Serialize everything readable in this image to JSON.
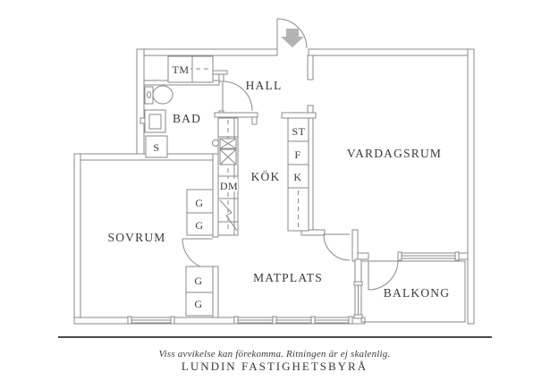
{
  "plan": {
    "rooms": {
      "hall": "HALL",
      "bad": "BAD",
      "kok": "KÖK",
      "vardagsrum": "VARDAGSRUM",
      "sovrum": "SOVRUM",
      "matplats": "MATPLATS",
      "balkong": "BALKONG"
    },
    "fixtures": {
      "tm": "TM",
      "s": "S",
      "dm": "DM",
      "st": "ST",
      "f": "F",
      "k": "K",
      "g1": "G",
      "g2": "G",
      "g3": "G",
      "g4": "G"
    }
  },
  "footer": {
    "disclaimer": "Viss avvikelse kan förekomma. Ritningen är ej skalenlig.",
    "company": "LUNDIN FASTIGHETSBYRÅ"
  },
  "colors": {
    "wall": "#8a8a8a",
    "arrow": "#b3b3b3",
    "text": "#3a3a3a",
    "rule": "#4a4a4a"
  }
}
